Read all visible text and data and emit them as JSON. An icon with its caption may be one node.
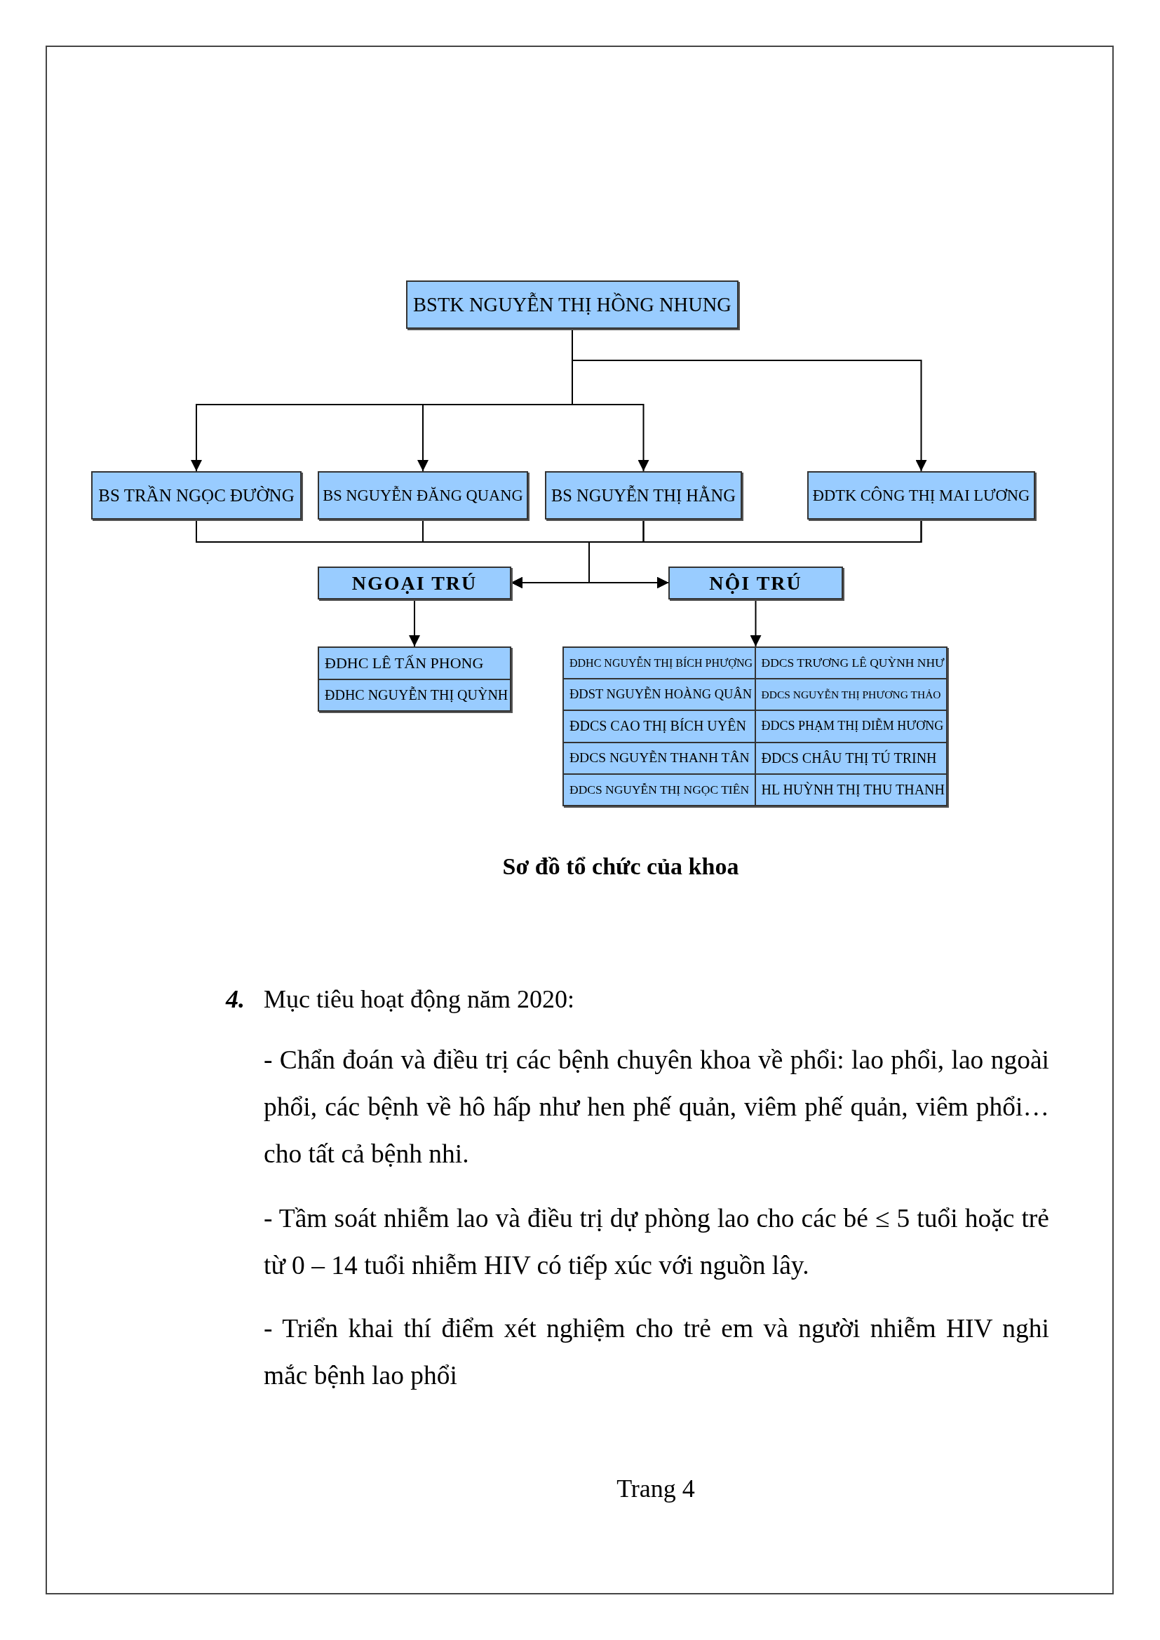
{
  "diagram": {
    "caption": "Sơ đồ tổ chức của khoa",
    "nodes": [
      {
        "text": [
          "BSTK NGUYỄN THỊ HỒNG NHUNG"
        ]
      },
      {
        "text": [
          "BS TRẦN NGỌC ĐƯỜNG"
        ]
      },
      {
        "text": [
          "BS NGUYỄN ĐĂNG QUANG"
        ]
      },
      {
        "text": [
          "BS NGUYỄN THỊ HẰNG"
        ]
      },
      {
        "text": [
          "ĐDTK CÔNG THỊ MAI LƯƠNG"
        ]
      },
      {
        "text": [
          "NGOẠI TRÚ"
        ]
      },
      {
        "text": [
          "NỘI TRÚ"
        ]
      },
      {
        "text": [],
        "shape": "box"
      },
      {
        "text": [
          "ĐDHC LÊ TẤN PHONG"
        ],
        "in": 7
      },
      {
        "text": [
          "ĐDHC NGUYỄN THỊ QUỲNH"
        ],
        "in": 7
      },
      {
        "text": [],
        "shape": "box"
      },
      {
        "text": [
          "ĐDHC NGUYỄN THỊ BÍCH PHƯỢNG"
        ],
        "in": 10
      },
      {
        "text": [
          "ĐDCS TRƯƠNG LÊ QUỲNH NHƯ"
        ],
        "in": 10
      },
      {
        "text": [
          "ĐDST NGUYỄN HOÀNG QUÂN"
        ],
        "in": 10
      },
      {
        "text": [
          "ĐDCS NGUYỄN THỊ PHƯƠNG THẢO"
        ],
        "in": 10
      },
      {
        "text": [
          "ĐDCS CAO THỊ BÍCH UYÊN"
        ],
        "in": 10
      },
      {
        "text": [
          "ĐDCS PHẠM THỊ DIỄM HƯƠNG"
        ],
        "in": 10
      },
      {
        "text": [
          "ĐDCS NGUYỄN THANH TÂN"
        ],
        "in": 10
      },
      {
        "text": [
          "ĐDCS CHÂU THỊ TÚ TRINH"
        ],
        "in": 10
      },
      {
        "text": [
          "ĐDCS NGUYỄN THỊ NGỌC TIÊN"
        ],
        "in": 10
      },
      {
        "text": [
          "HL HUỲNH THỊ THU THANH"
        ],
        "in": 10
      }
    ],
    "edges": [
      {
        "from": 0,
        "to": 1,
        "arrow": "to"
      },
      {
        "from": 0,
        "to": 2,
        "arrow": "to"
      },
      {
        "from": 0,
        "to": 3,
        "arrow": "to"
      },
      {
        "from": 0,
        "to": 4,
        "arrow": "to"
      },
      {
        "from": 1,
        "to": 5,
        "arrow": "to"
      },
      {
        "from": 2,
        "to": 5,
        "arrow": "to"
      },
      {
        "from": 3,
        "to": 5,
        "arrow": "to"
      },
      {
        "from": 4,
        "to": 5,
        "arrow": "to"
      },
      {
        "from": 1,
        "to": 6,
        "arrow": "to"
      },
      {
        "from": 2,
        "to": 6,
        "arrow": "to"
      },
      {
        "from": 3,
        "to": 6,
        "arrow": "to"
      },
      {
        "from": 4,
        "to": 6,
        "arrow": "to"
      },
      {
        "from": 5,
        "to": 7,
        "arrow": "to"
      },
      {
        "from": 6,
        "to": 10,
        "arrow": "to"
      }
    ],
    "labels": [
      "4.",
      "Mục tiêu hoạt động năm 2020:",
      "- Chẩn đoán và điều trị các bệnh chuyên khoa về phổi: lao phổi, lao ngoài phổi, các bệnh về hô hấp như hen phế quản, viêm phế quản, viêm phổi…cho tất cả bệnh nhi.",
      "- Tầm soát nhiễm lao và điều trị dự phòng lao cho các bé ≤ 5 tuổi hoặc trẻ từ 0 – 14 tuổi nhiễm HIV có tiếp xúc với nguồn lây.",
      "- Triển khai thí điểm xét nghiệm cho trẻ em và người nhiễm HIV nghi mắc bệnh lao phổi",
      "Trang 4"
    ]
  }
}
